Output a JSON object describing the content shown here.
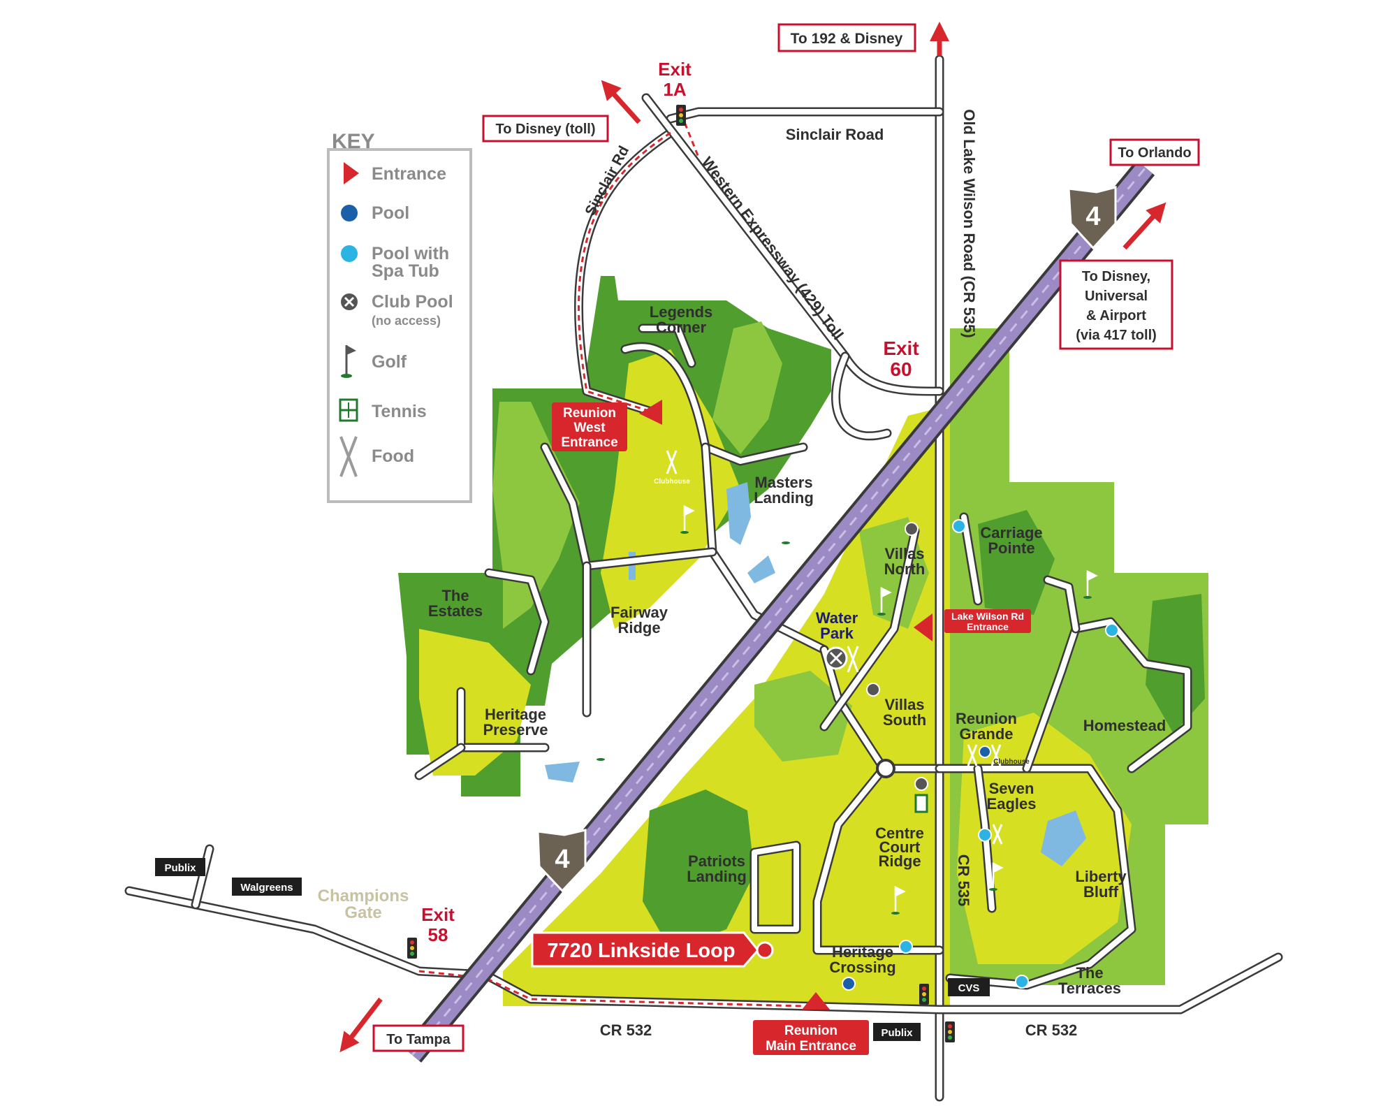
{
  "key": {
    "title": "KEY",
    "items": [
      {
        "icon": "entrance-icon",
        "label": "Entrance",
        "color": "#d7262c"
      },
      {
        "icon": "pool-icon",
        "label": "Pool",
        "color": "#1a5fa8"
      },
      {
        "icon": "spa-pool-icon",
        "label_line1": "Pool with",
        "label_line2": "Spa Tub",
        "color": "#2bb3e4"
      },
      {
        "icon": "club-pool-icon",
        "label": "Club Pool",
        "sublabel": "(no access)",
        "color": "#555555"
      },
      {
        "icon": "golf-flag-icon",
        "label": "Golf",
        "color": "#1f7a2e"
      },
      {
        "icon": "tennis-icon",
        "label": "Tennis",
        "color": "#1f7a2e"
      },
      {
        "icon": "food-icon",
        "label": "Food",
        "color": "#9a9a9a"
      }
    ]
  },
  "directions": {
    "to_192_disney": "To 192 & Disney",
    "to_disney_toll": "To Disney (toll)",
    "to_orlando": "To Orlando",
    "to_disney_universal": [
      "To Disney,",
      "Universal",
      "& Airport",
      "(via 417 toll)"
    ],
    "to_tampa": "To Tampa"
  },
  "exits": {
    "exit_1a": [
      "Exit",
      "1A"
    ],
    "exit_60": [
      "Exit",
      "60"
    ],
    "exit_58": [
      "Exit",
      "58"
    ]
  },
  "roads": {
    "sinclair_road": "Sinclair Road",
    "sinclair_rd": "Sinclair Rd",
    "western_expressway": "Western Expressway (429) Toll",
    "old_lake_wilson": "Old Lake Wilson Road (CR 535)",
    "cr535": "CR 535",
    "cr532_west": "CR 532",
    "cr532_east": "CR 532",
    "interstate_number": "4"
  },
  "entrances": {
    "west": [
      "Reunion",
      "West",
      "Entrance"
    ],
    "lake_wilson": [
      "Lake Wilson Rd",
      "Entrance"
    ],
    "main": [
      "Reunion",
      "Main Entrance"
    ]
  },
  "neighborhoods": {
    "legends_corner": [
      "Legends",
      "Corner"
    ],
    "masters_landing": [
      "Masters",
      "Landing"
    ],
    "the_estates": [
      "The",
      "Estates"
    ],
    "fairway_ridge": [
      "Fairway",
      "Ridge"
    ],
    "heritage_preserve": [
      "Heritage",
      "Preserve"
    ],
    "villas_north": [
      "Villas",
      "North"
    ],
    "villas_south": [
      "Villas",
      "South"
    ],
    "carriage_pointe": [
      "Carriage",
      "Pointe"
    ],
    "reunion_grande": [
      "Reunion",
      "Grande"
    ],
    "homestead": "Homestead",
    "seven_eagles": [
      "Seven",
      "Eagles"
    ],
    "centre_court_ridge": [
      "Centre",
      "Court",
      "Ridge"
    ],
    "patriots_landing": [
      "Patriots",
      "Landing"
    ],
    "liberty_bluff": [
      "Liberty",
      "Bluff"
    ],
    "heritage_crossing": [
      "Heritage",
      "Crossing"
    ],
    "the_terraces": [
      "The",
      "Terraces"
    ],
    "champions_gate": [
      "Champions",
      "Gate"
    ]
  },
  "places": {
    "water_park": [
      "Water",
      "Park"
    ],
    "clubhouse_west": "Clubhouse",
    "clubhouse_east": "Clubhouse",
    "address": "7720 Linkside Loop"
  },
  "stores": {
    "publix_nw": "Publix",
    "walgreens": "Walgreens",
    "publix_s": "Publix",
    "cvs": "CVS"
  },
  "colors": {
    "dark_green": "#4f9e2e",
    "mid_green": "#8dc63f",
    "light_green": "#d6df22",
    "interstate": "#9b8ac4",
    "entrance_red": "#d7262c",
    "pool_blue": "#1a5fa8",
    "spa_blue": "#2bb3e4",
    "water_blue": "#7fb8e0"
  }
}
